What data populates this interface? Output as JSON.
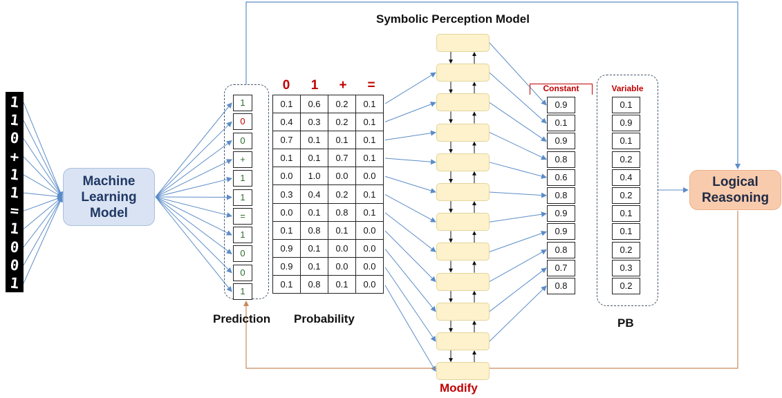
{
  "title": "Symbolic Perception Model",
  "machine_learning_model": "Machine\nLearning\nModel",
  "logical_reasoning": "Logical\nReasoning",
  "input_digits": [
    "1",
    "1",
    "0",
    "+",
    "1",
    "1",
    "=",
    "1",
    "0",
    "0",
    "1"
  ],
  "prediction": {
    "label": "Prediction",
    "values": [
      "1",
      "0",
      "0",
      "+",
      "1",
      "1",
      "=",
      "1",
      "0",
      "0",
      "1"
    ],
    "colors": [
      "#2e6b2e",
      "#c00000",
      "#2e6b2e",
      "#2e6b2e",
      "#2e6b2e",
      "#2e6b2e",
      "#2e6b2e",
      "#2e6b2e",
      "#2e6b2e",
      "#2e6b2e",
      "#2e6b2e"
    ]
  },
  "probability": {
    "label": "Probability",
    "headers": [
      "0",
      "1",
      "+",
      "="
    ],
    "rows": [
      [
        "0.1",
        "0.6",
        "0.2",
        "0.1"
      ],
      [
        "0.4",
        "0.3",
        "0.2",
        "0.1"
      ],
      [
        "0.7",
        "0.1",
        "0.1",
        "0.1"
      ],
      [
        "0.1",
        "0.1",
        "0.7",
        "0.1"
      ],
      [
        "0.0",
        "1.0",
        "0.0",
        "0.0"
      ],
      [
        "0.3",
        "0.4",
        "0.2",
        "0.1"
      ],
      [
        "0.0",
        "0.1",
        "0.8",
        "0.1"
      ],
      [
        "0.1",
        "0.8",
        "0.1",
        "0.0"
      ],
      [
        "0.9",
        "0.1",
        "0.0",
        "0.0"
      ],
      [
        "0.9",
        "0.1",
        "0.0",
        "0.0"
      ],
      [
        "0.1",
        "0.8",
        "0.1",
        "0.0"
      ]
    ]
  },
  "constant": {
    "label": "Constant",
    "values": [
      "0.9",
      "0.1",
      "0.9",
      "0.8",
      "0.6",
      "0.8",
      "0.9",
      "0.9",
      "0.8",
      "0.7",
      "0.8"
    ]
  },
  "variable": {
    "label": "Variable",
    "values": [
      "0.1",
      "0.9",
      "0.1",
      "0.2",
      "0.4",
      "0.2",
      "0.1",
      "0.1",
      "0.2",
      "0.3",
      "0.2"
    ]
  },
  "pb_label": "PB",
  "modify_label": "Modify",
  "colors": {
    "blue_arrow": "#5b8cc8",
    "orange_arrow": "#c98a5a",
    "red_text": "#c00000",
    "ml_fill": "#dae3f3",
    "lr_fill": "#f8cbad",
    "spm_fill": "#fdf2cc"
  }
}
